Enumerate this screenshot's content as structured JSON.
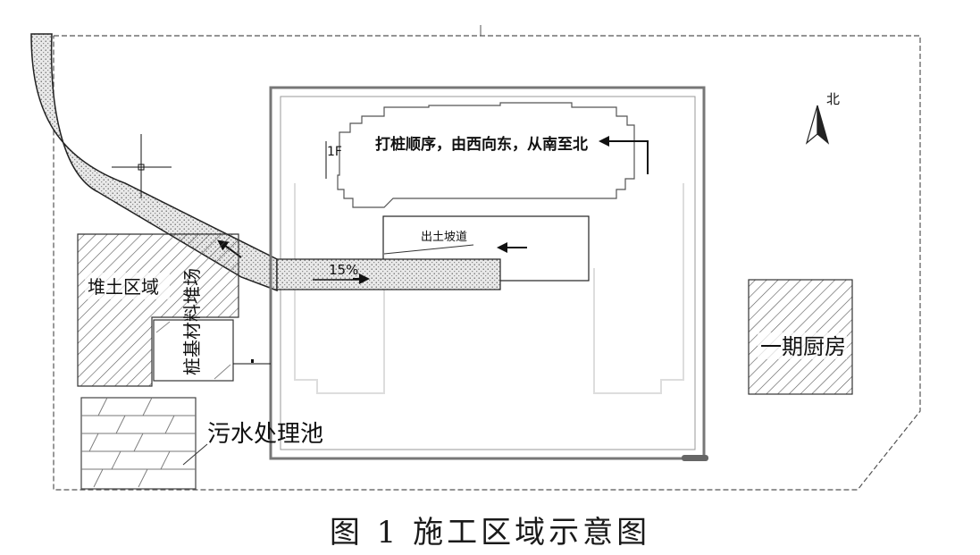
{
  "caption": "图 1  施工区域示意图",
  "labels": {
    "soil_area": "堆土区域",
    "pile_material_yard": "桩基材料堆场",
    "sewage_pool": "污水处理池",
    "kitchen_phase1": "一期厨房",
    "piling_order": "打桩顺序，由西向东，从南至北",
    "ramp": "出土坡道",
    "slope": "15%",
    "north": "北",
    "floor_mark": "1F"
  }
}
